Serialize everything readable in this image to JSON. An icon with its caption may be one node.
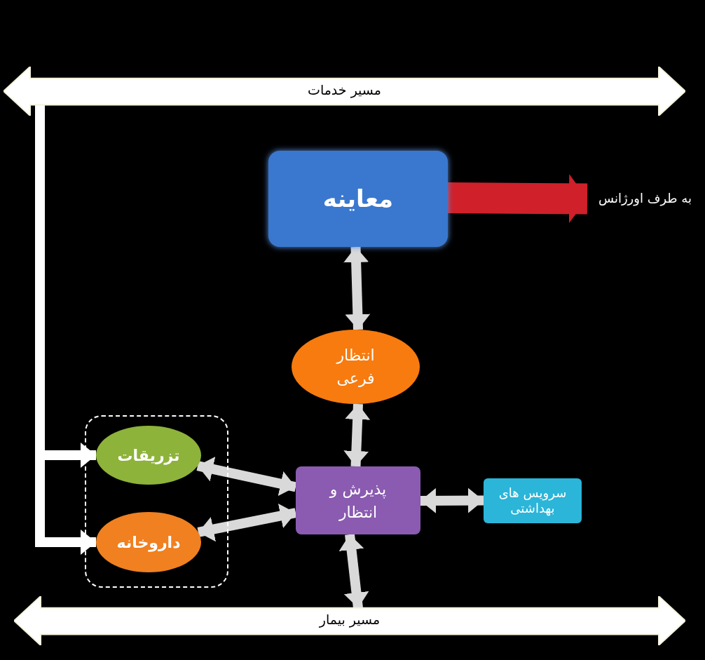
{
  "diagram": {
    "nodes": [
      {
        "text": [
          "مسیر خدمات"
        ]
      },
      {
        "text": [
          "معاینه"
        ]
      },
      {
        "text": [
          "به طرف اورژانس"
        ]
      },
      {
        "text": [
          "انتظار فرعی"
        ]
      },
      {
        "text": [],
        "shape": "box"
      },
      {
        "text": [
          "تزریقات"
        ],
        "in": 4
      },
      {
        "text": [
          "داروخانه"
        ],
        "in": 4
      },
      {
        "text": [
          "پذیرش و انتظار"
        ]
      },
      {
        "text": [
          "سرویس های بهداشتی"
        ]
      },
      {
        "text": [
          "مسیر بیمار"
        ]
      }
    ],
    "edges": [
      {
        "from": 0,
        "to": 5,
        "arrow": "to",
        "color": "#ffffff"
      },
      {
        "from": 0,
        "to": 6,
        "arrow": "to",
        "color": "#ffffff"
      },
      {
        "from": 1,
        "to": 2,
        "arrow": "to",
        "style": "thick",
        "color": "#d0202a"
      },
      {
        "from": 1,
        "to": 3,
        "arrow": "both"
      },
      {
        "from": 3,
        "to": 7,
        "arrow": "both"
      },
      {
        "from": 5,
        "to": 7,
        "arrow": "both"
      },
      {
        "from": 6,
        "to": 7,
        "arrow": "both"
      },
      {
        "from": 7,
        "to": 8,
        "arrow": "both"
      },
      {
        "from": 7,
        "to": 9,
        "arrow": "both"
      }
    ]
  }
}
